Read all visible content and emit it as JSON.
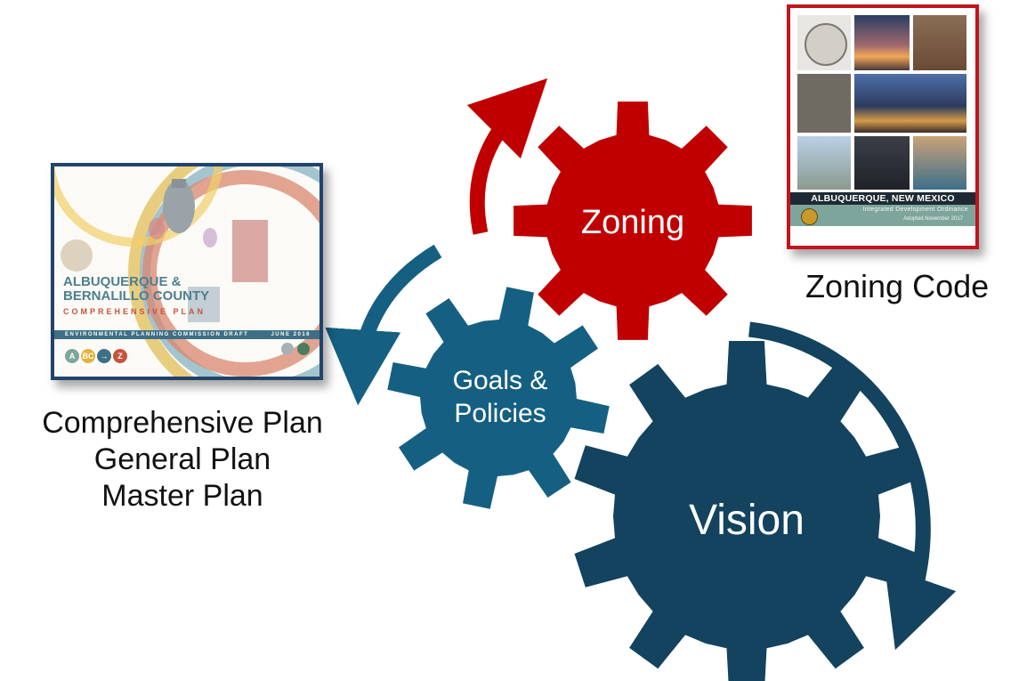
{
  "gears": {
    "zoning": {
      "label": "Zoning",
      "color": "#c00000"
    },
    "goals": {
      "line1": "Goals &",
      "line2": "Policies",
      "color": "#156082"
    },
    "vision": {
      "label": "Vision",
      "color": "#13435e"
    }
  },
  "colors": {
    "arrow_red": "#c00000",
    "arrow_blue": "#156082",
    "arrow_dark": "#13435e"
  },
  "zoning_cover": {
    "title": "ALBUQUERQUE, NEW MEXICO",
    "subtitle": "Integrated Development Ordinance",
    "adopted": "Adopted November 2017",
    "border_color": "#c0141e"
  },
  "zoning_caption": "Zoning Code",
  "comp_cover": {
    "title_line1": "ALBUQUERQUE &",
    "title_line2": "BERNALILLO COUNTY",
    "subtitle": "COMPREHENSIVE PLAN",
    "band_left": "ENVIRONMENTAL PLANNING COMMISSION DRAFT",
    "band_right": "JUNE 2016",
    "logo_letters": [
      "A",
      "BC",
      "→",
      "Z"
    ],
    "border_color": "#21446b"
  },
  "plan_captions": [
    "Comprehensive Plan",
    "General Plan",
    "Master Plan"
  ]
}
